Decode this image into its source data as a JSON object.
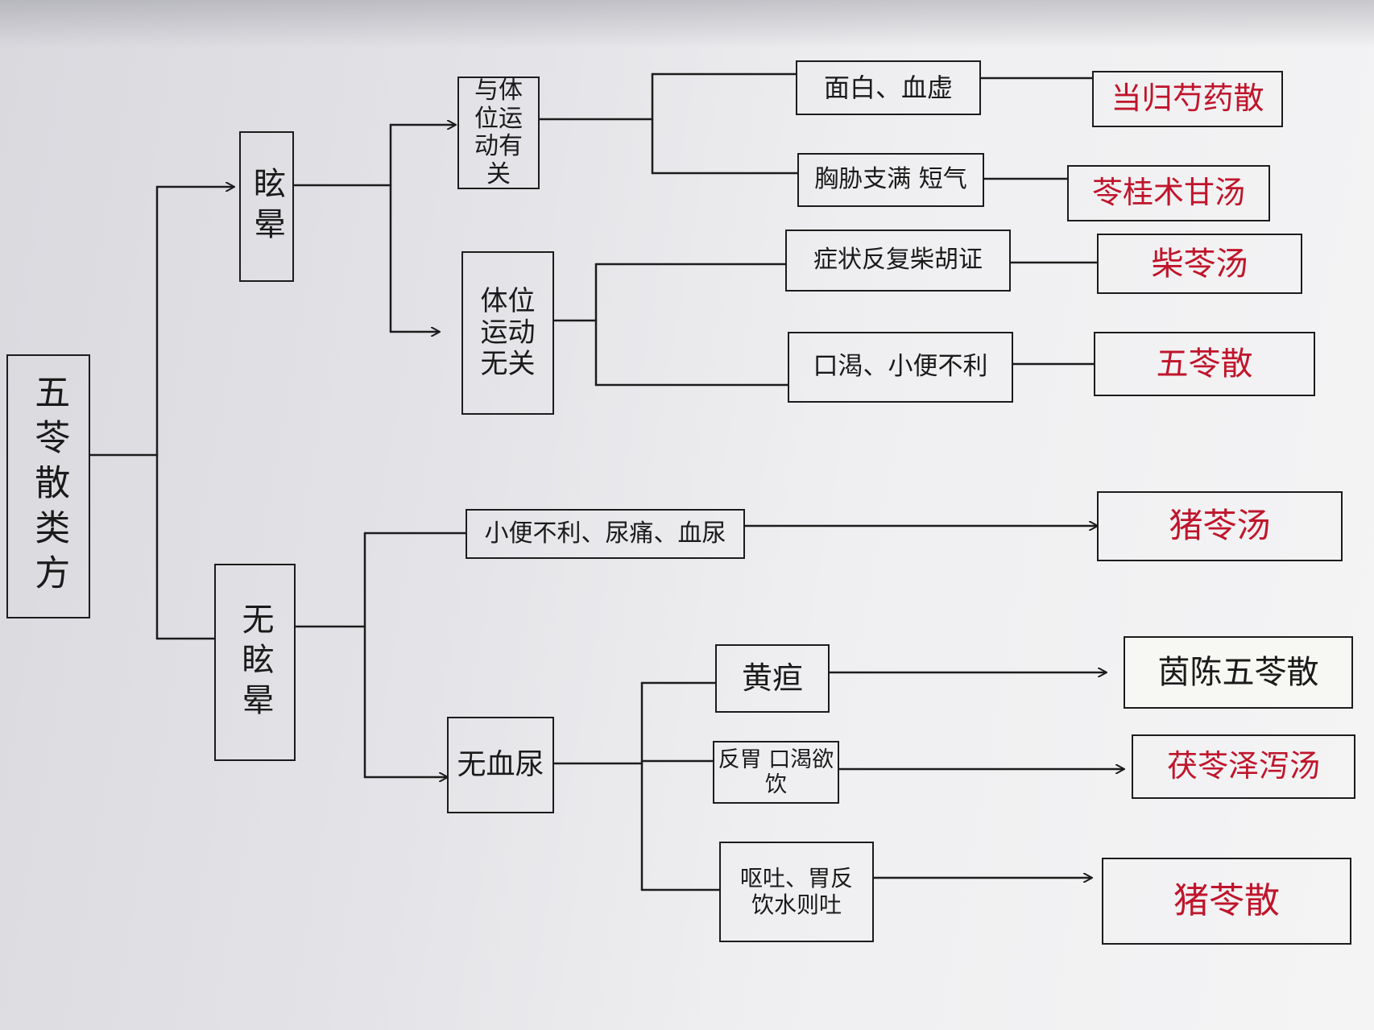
{
  "root": {
    "label": "五苓散类方"
  },
  "level1": {
    "dizzy": {
      "label": "眩晕"
    },
    "no_dizzy": {
      "label": "无眩晕"
    }
  },
  "level2": {
    "posture_related": {
      "label": "与体位运动有关"
    },
    "posture_unrelated": {
      "label": "体位运动无关"
    },
    "urine_pain_blood": {
      "label": "小便不利、尿痛、血尿"
    },
    "no_hematuria": {
      "label": "无血尿"
    }
  },
  "conditions": {
    "pale_blood_def": {
      "label": "面白、血虚"
    },
    "chest_rib_fullness": {
      "label": "胸胁支满 短气"
    },
    "chaihu_recurrent": {
      "label": "症状反复柴胡证"
    },
    "thirst_urine": {
      "label": "口渴、小便不利"
    },
    "jaundice": {
      "label": "黄疸"
    },
    "vomit_thirst_drink": {
      "label": "反胃 口渴欲饮"
    },
    "vomit_water": {
      "label": "呕吐、胃反 饮水则吐"
    }
  },
  "formulas": {
    "danggui_shaoyao": {
      "label": "当归芍药散"
    },
    "lingui_zhugan": {
      "label": "苓桂术甘汤"
    },
    "chailing": {
      "label": "柴苓汤"
    },
    "wuling": {
      "label": "五苓散"
    },
    "zhuling_tang": {
      "label": "猪苓汤"
    },
    "yinchen_wuling": {
      "label": "茵陈五苓散"
    },
    "fuling_zexie": {
      "label": "茯苓泽泻汤"
    },
    "zhuling_san": {
      "label": "猪苓散"
    }
  },
  "colors": {
    "ink": "#1c1c1c",
    "formula_red": "#c0152b"
  }
}
